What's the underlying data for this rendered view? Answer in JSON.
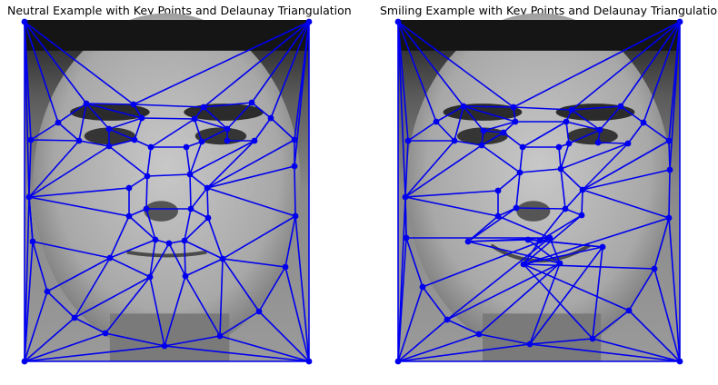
{
  "figure": {
    "panels": [
      {
        "id": "neutral",
        "title": "Neutral Example with Key Points and Delaunay Triangulation",
        "kind": "neutral"
      },
      {
        "id": "smiling",
        "title": "Smiling Example with Key Points and Delaunay Triangulation",
        "kind": "smiling"
      }
    ]
  },
  "colors": {
    "mesh": "#0000ee",
    "background": "#ffffff",
    "photo_dark": "#1a1a1a",
    "photo_mid": "#8a8a8a",
    "photo_light": "#c8c8c8"
  }
}
